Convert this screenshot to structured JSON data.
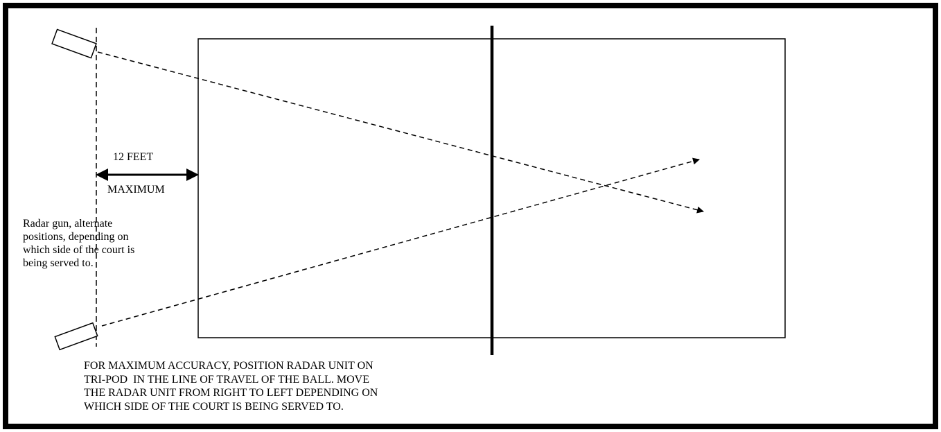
{
  "distance_label": {
    "top": "12 FEET",
    "bottom": "MAXIMUM"
  },
  "radar_note": [
    "Radar gun, alternate",
    "positions, depending on",
    "which side of the court is",
    "being served to."
  ],
  "instructions": [
    "FOR MAXIMUM ACCURACY, POSITION RADAR UNIT ON",
    "TRI-POD  IN THE LINE OF TRAVEL OF THE BALL. MOVE",
    "THE RADAR UNIT FROM RIGHT TO LEFT DEPENDING ON",
    "WHICH SIDE OF THE COURT IS BEING SERVED TO."
  ]
}
